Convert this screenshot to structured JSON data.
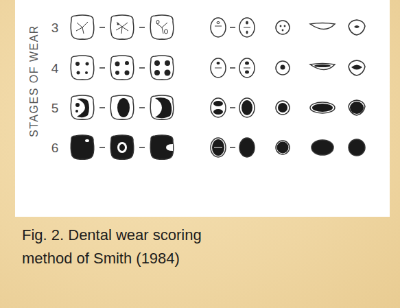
{
  "diagram": {
    "caption": "Fig. 2. Dental wear scoring method of Smith (1984)",
    "labels": [
      "STAGES OF WEAR",
      "3",
      "4",
      "5",
      "6"
    ]
  }
}
